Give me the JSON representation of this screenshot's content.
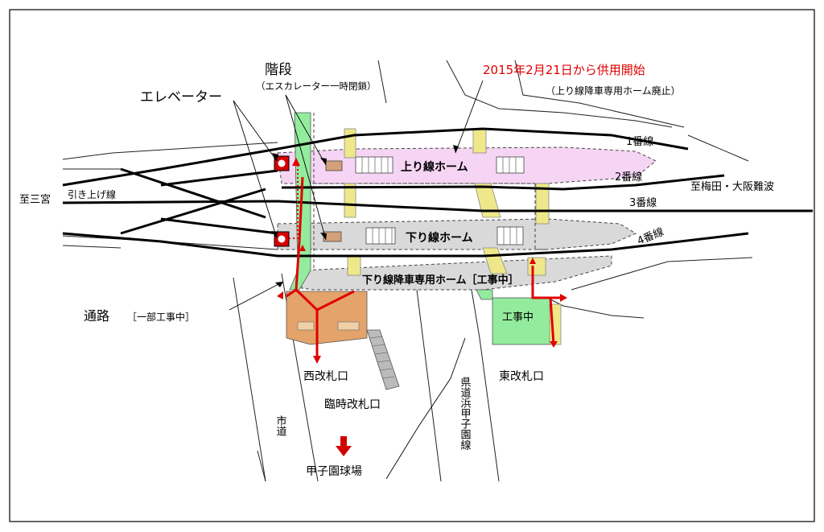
{
  "headline": "2015年2月21日から供用開始",
  "headline_sub": "（上り線降車専用ホーム廃止）",
  "stairs_label": "階段",
  "stairs_sub": "（エスカレーター一時閉鎖）",
  "elevator_label": "エレベーター",
  "passage_label": "通路",
  "passage_sub": "［一部工事中］",
  "to_sannomiya": "至三宮",
  "to_umeda": "至梅田・大阪難波",
  "pullout_track": "引き上げ線",
  "tracks": [
    "1番線",
    "2番線",
    "3番線",
    "4番線"
  ],
  "platforms": {
    "up": "上り線ホーム",
    "down": "下り線ホーム",
    "down_alight": "下り線降車専用ホーム［工事中］"
  },
  "construction": "工事中",
  "gates": {
    "west": "西改札口",
    "east": "東改札口",
    "temp": "臨時改札口"
  },
  "roads": {
    "city": "市道",
    "prefectural": "県道浜甲子園線"
  },
  "stadium": "甲子園球場",
  "colors": {
    "up_platform": "#f6d5f4",
    "down_platform": "#d9d9d9",
    "stairs": "#efe88a",
    "passage": "#e3a36a",
    "green": "#93ec9e",
    "route": "#e00000"
  }
}
